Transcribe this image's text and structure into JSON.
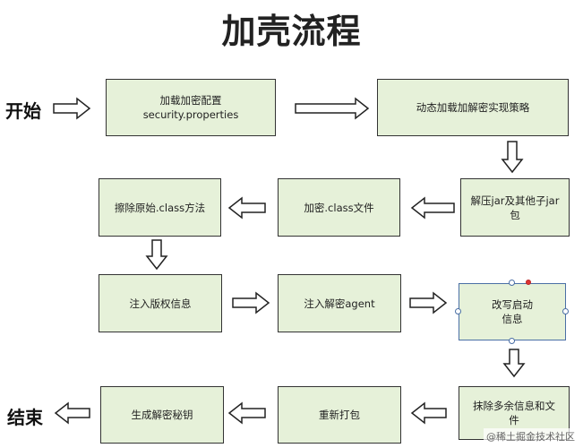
{
  "title": "加壳流程",
  "start_label": "开始",
  "end_label": "结束",
  "steps": {
    "s1": "加载加密配置\nsecurity.properties",
    "s2": "动态加载加解密实现策略",
    "s3": "解压jar及其他子jar\n包",
    "s4": "加密.class文件",
    "s5": "擦除原始.class方法",
    "s6": "注入版权信息",
    "s7": "注入解密agent",
    "s8": "改写启动\n信息",
    "s9": "抹除多余信息和文\n件",
    "s10": "重新打包",
    "s11": "生成解密秘钥"
  },
  "watermark": "@稀土掘金技术社区"
}
